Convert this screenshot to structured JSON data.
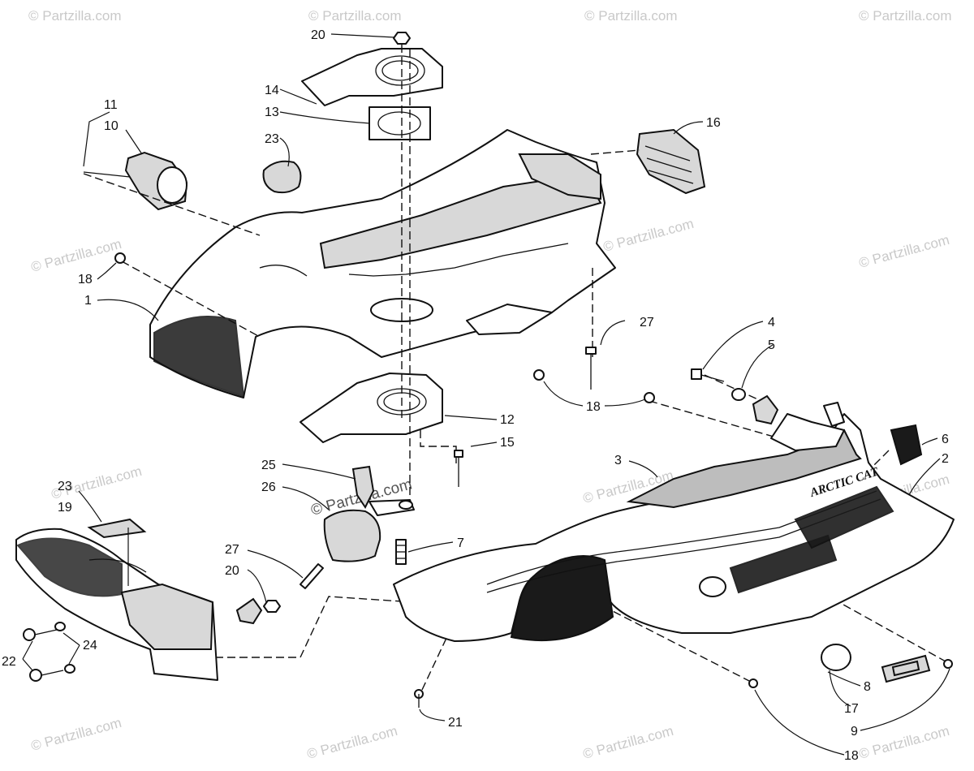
{
  "diagram": {
    "watermark": "© Partzilla.com",
    "brand_text": "ARCTIC CAT",
    "callouts": {
      "c20a": "20",
      "c14": "14",
      "c13": "13",
      "c11": "11",
      "c10": "10",
      "c23a": "23",
      "c16": "16",
      "c18a": "18",
      "c1": "1",
      "c27a": "27",
      "c4": "4",
      "c5": "5",
      "c18b": "18",
      "c12": "12",
      "c15": "15",
      "c6": "6",
      "c2": "2",
      "c3": "3",
      "c25": "25",
      "c26": "26",
      "c23b": "23",
      "c19": "19",
      "c7": "7",
      "c27b": "27",
      "c20b": "20",
      "c22": "22",
      "c24": "24",
      "c8": "8",
      "c17": "17",
      "c9": "9",
      "c21": "21",
      "c18c": "18"
    }
  }
}
